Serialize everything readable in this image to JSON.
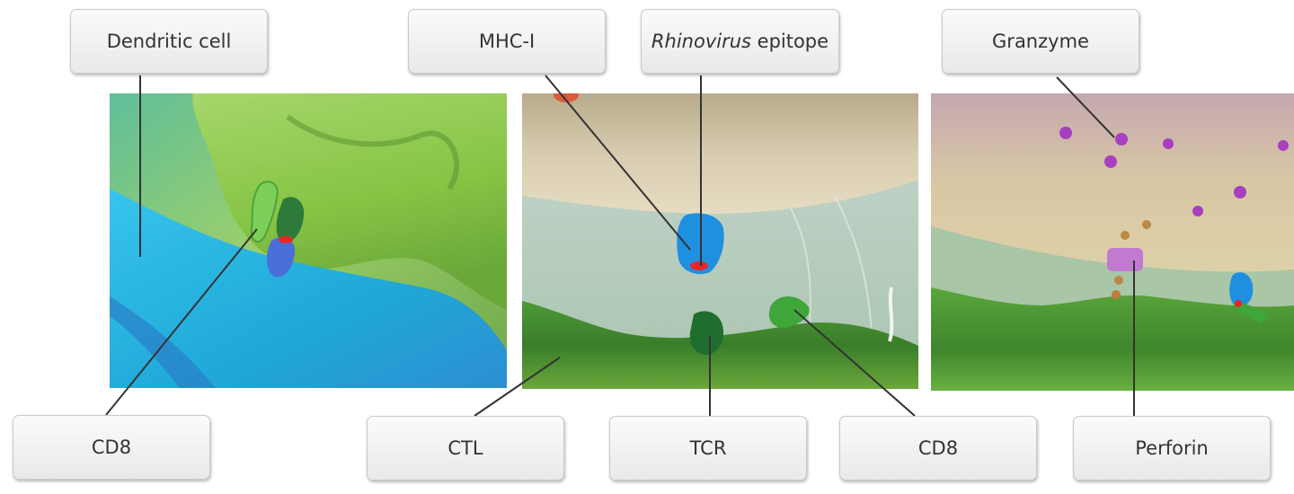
{
  "labels": {
    "dendritic_cell": "Dendritic cell",
    "mhc_i": "MHC-I",
    "epitope_italic": "Rhinovirus",
    "epitope_rest": " epitope",
    "granzyme": "Granzyme",
    "cd8_left": "CD8",
    "ctl": "CTL",
    "tcr": "TCR",
    "cd8_right": "CD8",
    "perforin": "Perforin"
  },
  "colors": {
    "dendritic_cell_surface": "#8cc63f",
    "ctl_membrane": "#3a7d2a",
    "target_cell": "#d8c9a8",
    "background_blue": "#29b6e0",
    "mhc": "#1f8fe0",
    "epitope": "#e8262a",
    "tcr": "#1f6e2e",
    "cd8": "#3fa63a",
    "granzyme": "#a83fc0",
    "perforin": "#c17ad0"
  }
}
